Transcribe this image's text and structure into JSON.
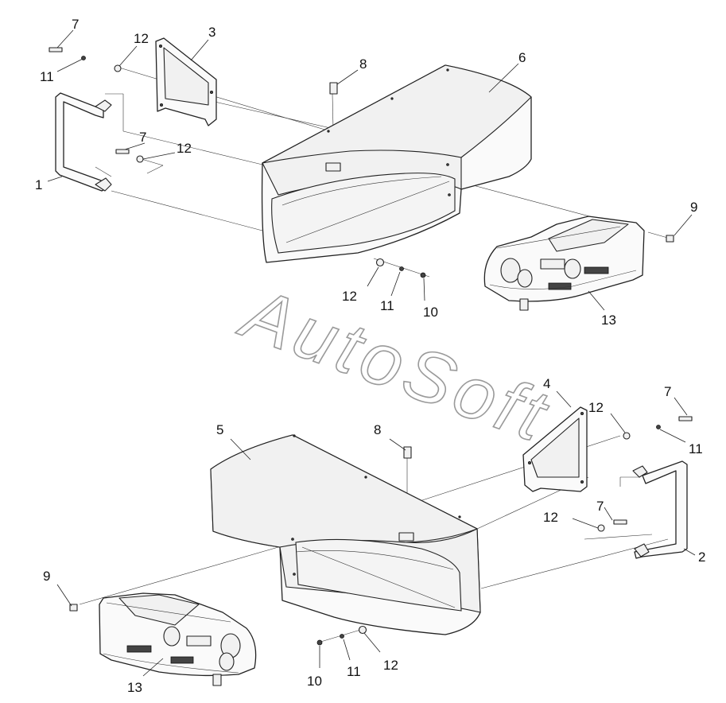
{
  "watermark": "AutoSoft",
  "callouts": {
    "c1": "1",
    "c2": "2",
    "c3": "3",
    "c4": "4",
    "c5": "5",
    "c6": "6",
    "c7a": "7",
    "c7b": "7",
    "c7c": "7",
    "c7d": "7",
    "c8a": "8",
    "c8b": "8",
    "c9a": "9",
    "c9b": "9",
    "c10a": "10",
    "c10b": "10",
    "c11a": "11",
    "c11b": "11",
    "c11c": "11",
    "c12a": "12",
    "c12b": "12",
    "c12c": "12",
    "c12d": "12",
    "c12e": "12",
    "c13a": "13",
    "c13b": "13"
  }
}
